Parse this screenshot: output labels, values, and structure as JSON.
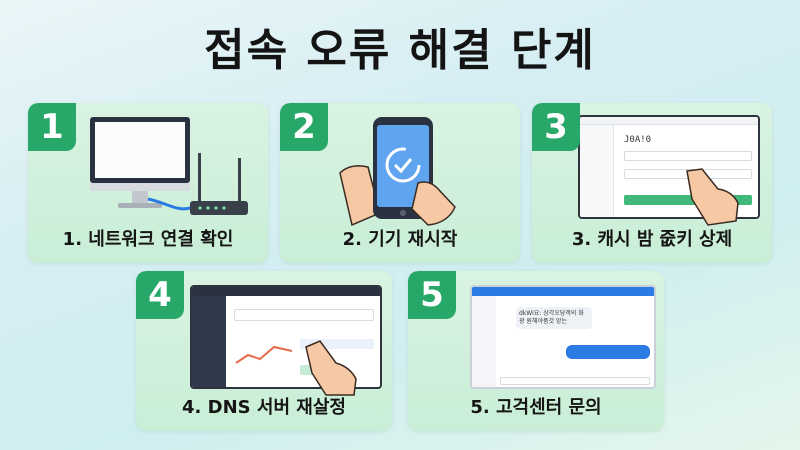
{
  "title": "접속 오류 해결 단계",
  "steps": [
    {
      "number": "1",
      "label": "1. 네트워크 연결 확인"
    },
    {
      "number": "2",
      "label": "2. 기기 재시작"
    },
    {
      "number": "3",
      "label": "3. 캐시 밤 줎키 상제"
    },
    {
      "number": "4",
      "label": "4. DNS 서버 재살정"
    },
    {
      "number": "5",
      "label": "5. 고걱센터 문의"
    }
  ],
  "screens": {
    "step3_field": "J0A!0",
    "step5_bubble": "dkWi요: 상각오당객의 화광 원해야품것 앙는"
  },
  "colors": {
    "badge": "#27a768",
    "card": "#d3f1dd",
    "accent_blue": "#2a7be4"
  }
}
